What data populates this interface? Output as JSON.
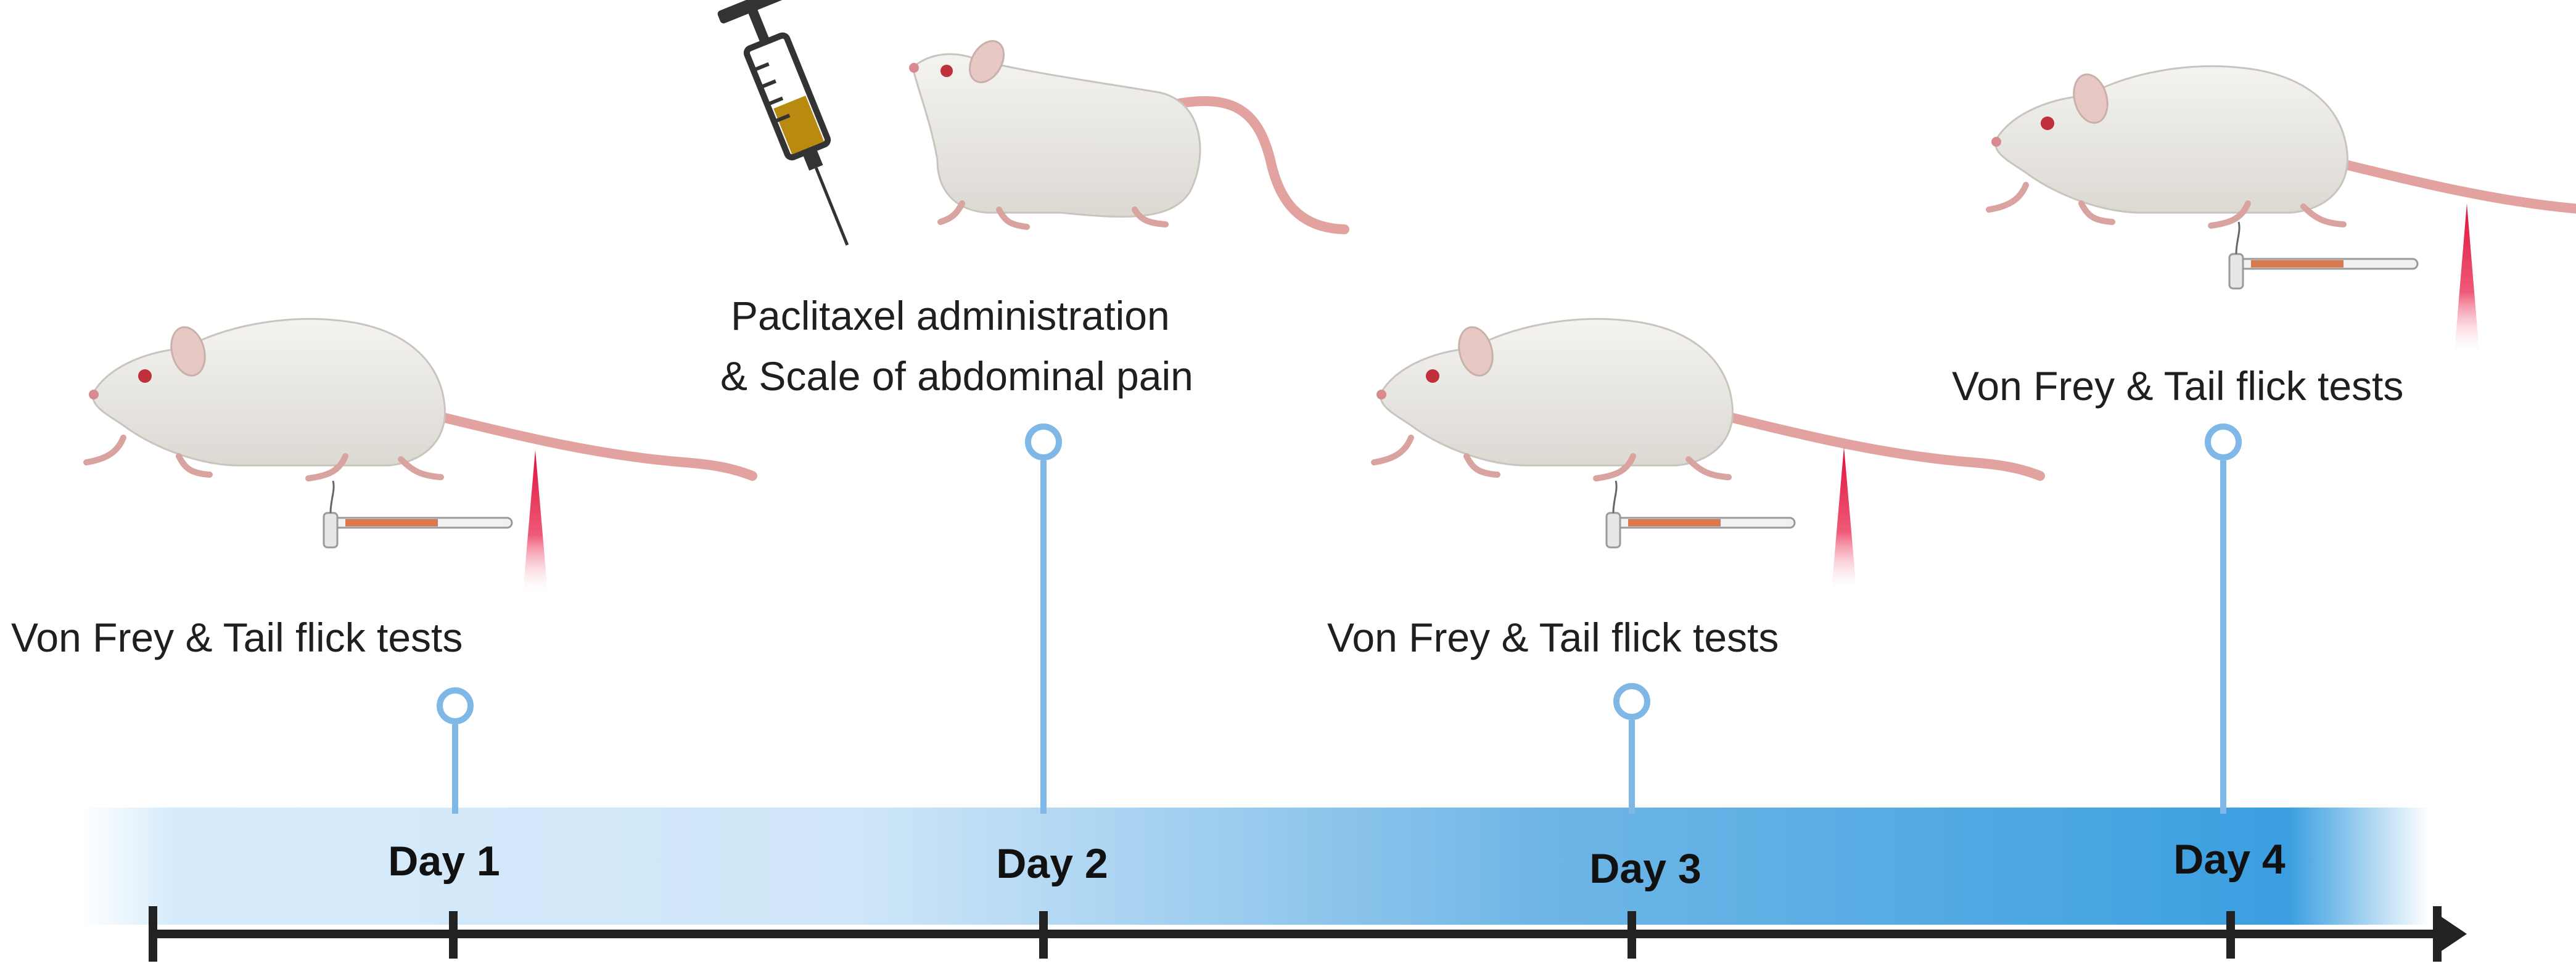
{
  "timeline": {
    "days": [
      {
        "label": "Day 1",
        "event": "Von Frey & Tail flick tests"
      },
      {
        "label": "Day 2",
        "event_line1": "Paclitaxel administration",
        "event_line2": "& Scale of abdominal pain"
      },
      {
        "label": "Day 3",
        "event": "Von Frey & Tail flick tests"
      },
      {
        "label": "Day 4",
        "event": "Von Frey & Tail flick tests"
      }
    ]
  },
  "colors": {
    "band_light": "#d9ecfb",
    "band_dark": "#3a9ee0",
    "marker": "#7fb8e6",
    "axis": "#222222",
    "rat_body": "#eceae6",
    "rat_tail": "#e2a3a0",
    "laser": "#e0103a",
    "syringe_fluid": "#b98a10"
  },
  "icons": [
    "rat-icon",
    "syringe-icon",
    "von-frey-filament-icon",
    "laser-beam-icon"
  ]
}
